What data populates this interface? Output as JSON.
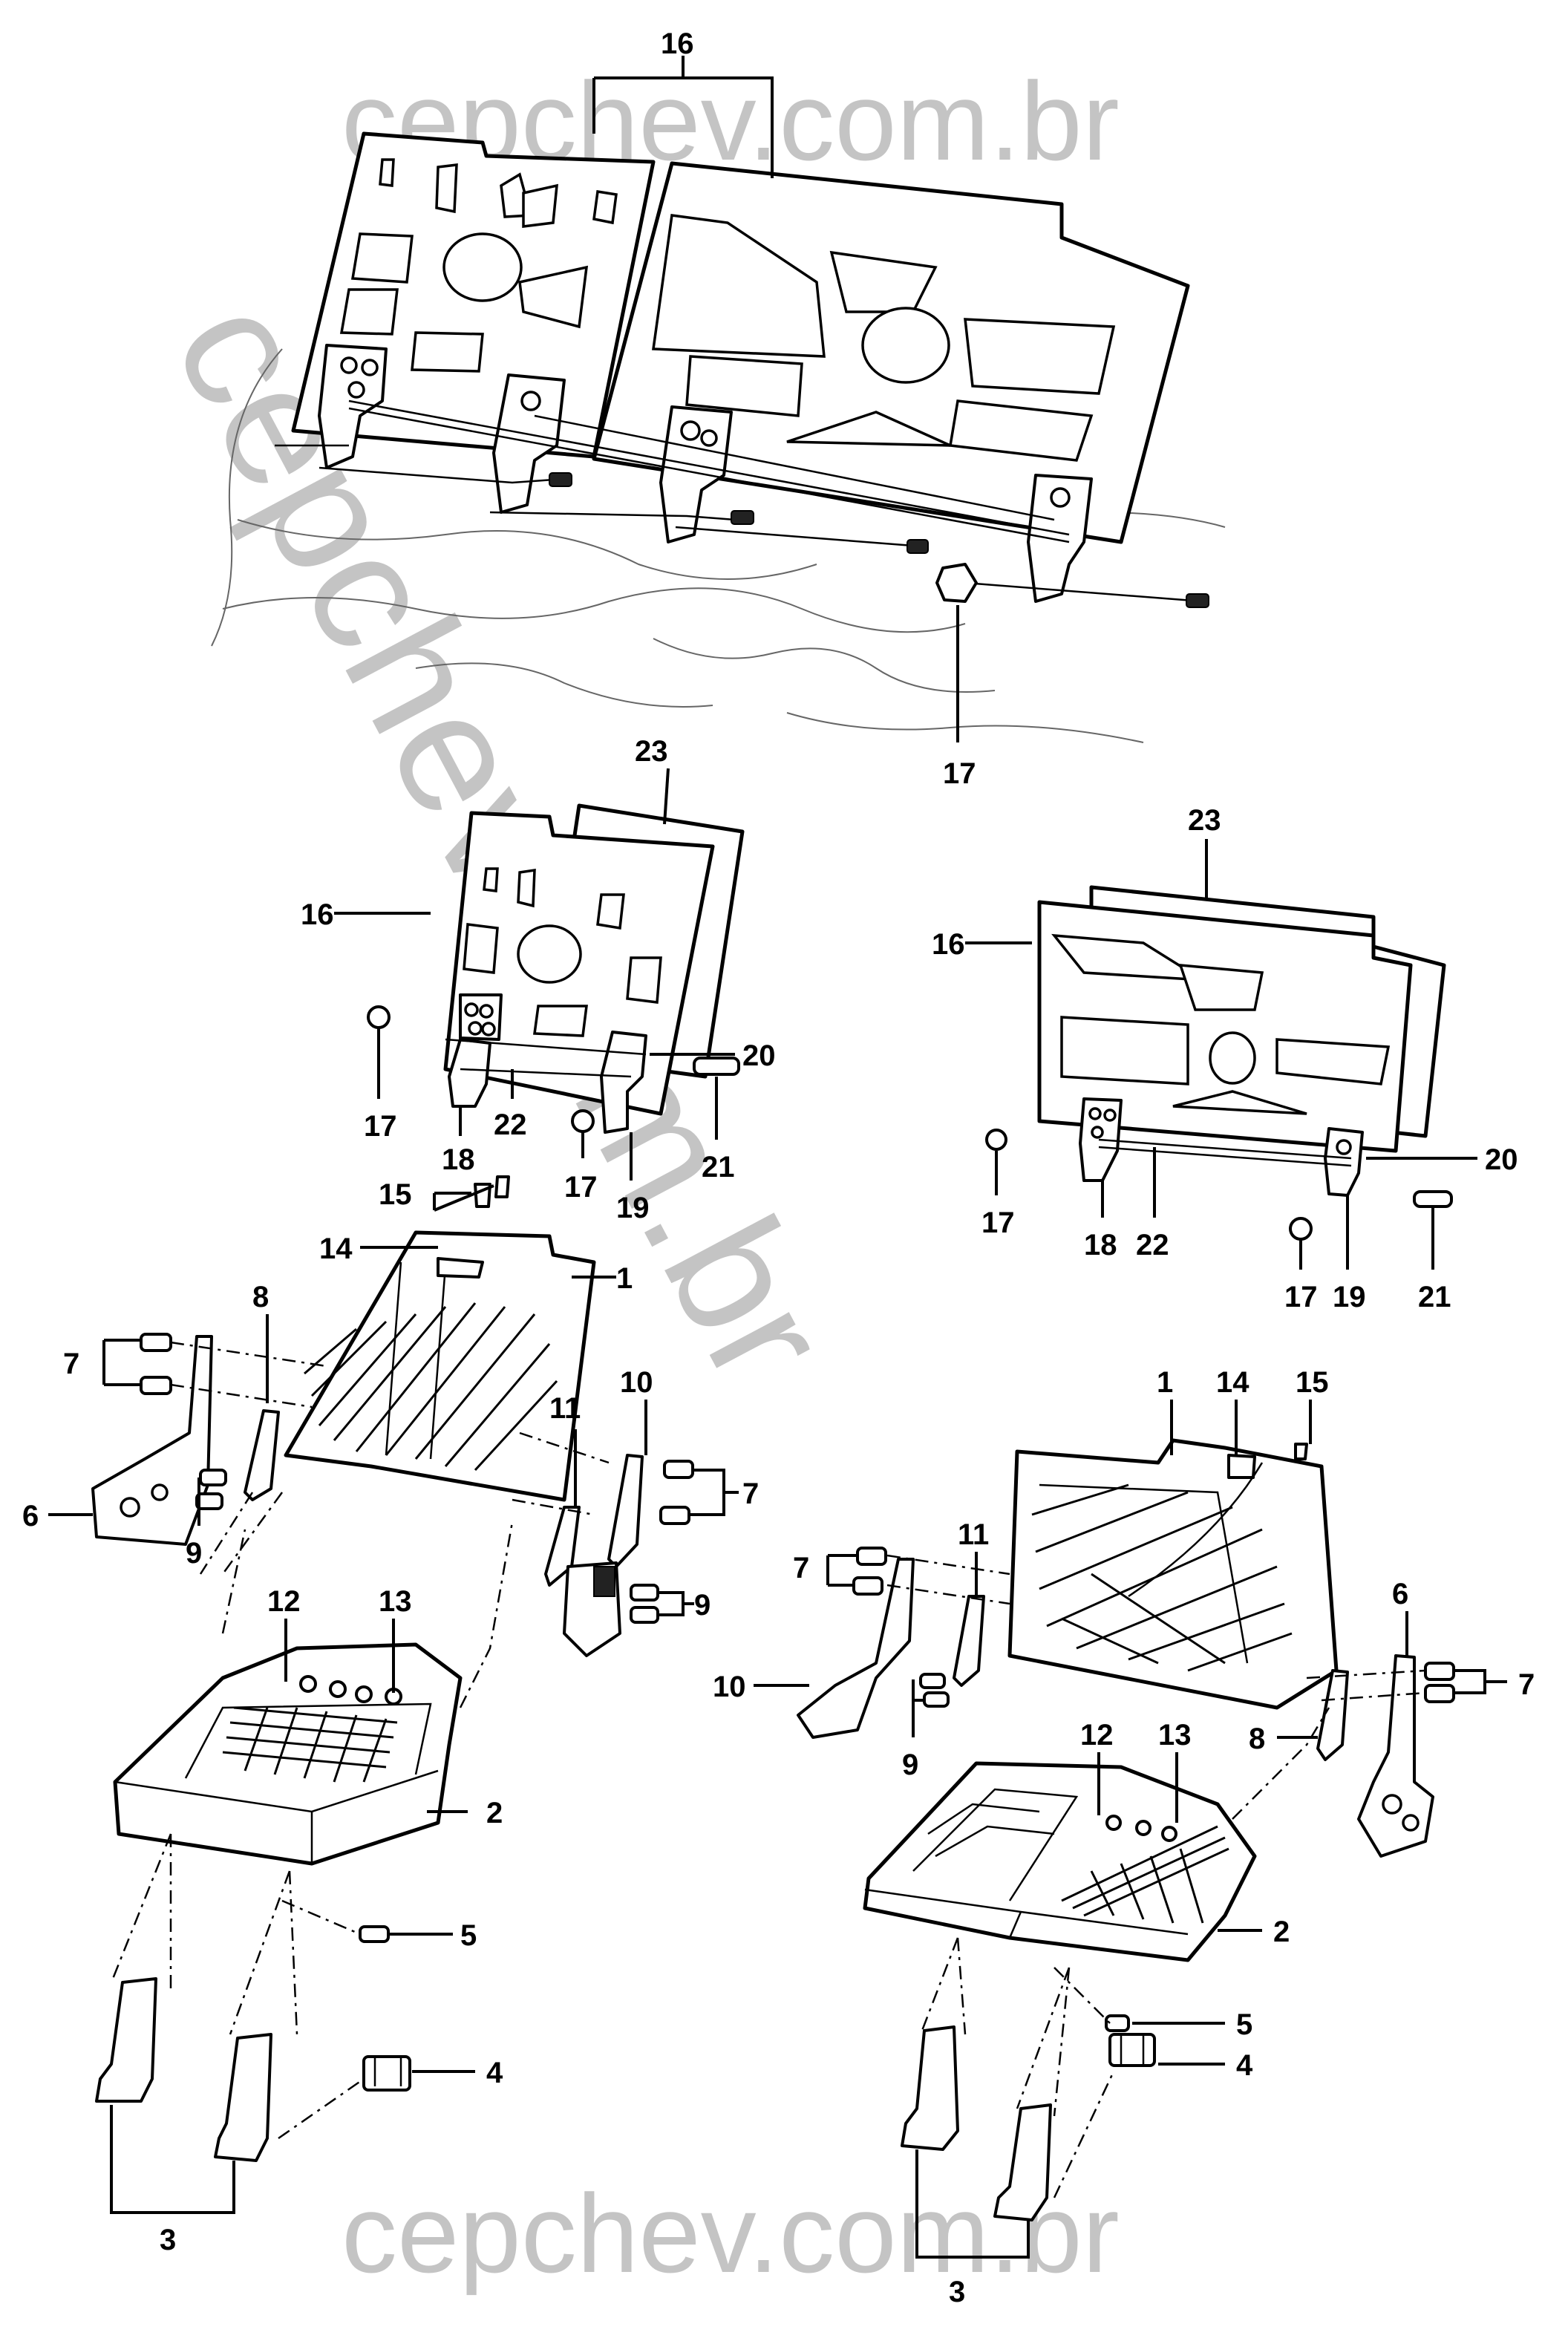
{
  "watermarks": {
    "top": "cepchev.com.br",
    "bottom": "cepchev.com.br",
    "diagonal": "cepchev.com.br"
  },
  "callouts": {
    "n1": "1",
    "n2": "2",
    "n3": "3",
    "n4": "4",
    "n5": "5",
    "n6": "6",
    "n7": "7",
    "n8": "8",
    "n9": "9",
    "n10": "10",
    "n11": "11",
    "n12": "12",
    "n13": "13",
    "n14": "14",
    "n15": "15",
    "n16": "16",
    "n17": "17",
    "n18": "18",
    "n19": "19",
    "n20": "20",
    "n21": "21",
    "n22": "22",
    "n23": "23"
  }
}
